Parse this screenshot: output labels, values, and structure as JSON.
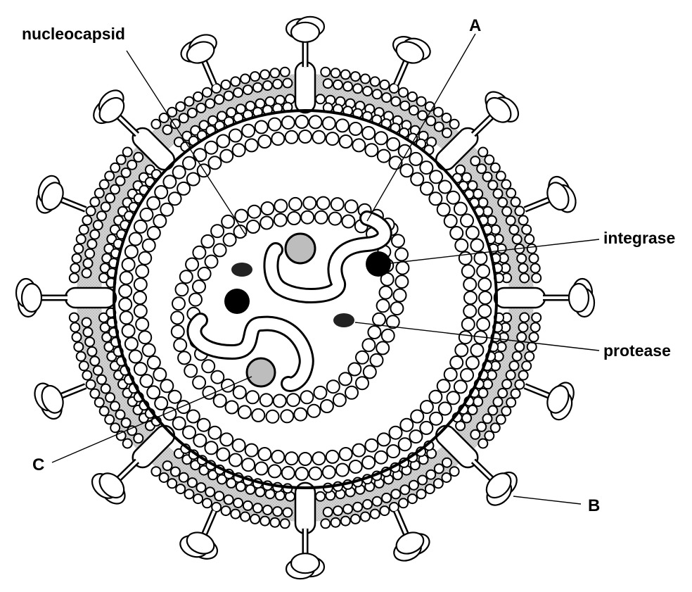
{
  "labels": {
    "nucleocapsid": "nucleocapsid",
    "a": "A",
    "integrase": "integrase",
    "protease": "protease",
    "c": "C",
    "b": "B"
  },
  "colors": {
    "line": "#000000",
    "membrane_fill": "#cfcfcf",
    "rna_ball": "#bdbdbd",
    "background": "#ffffff"
  },
  "parts": {
    "glycoprotein_spike_count": 16,
    "envelope_protein_count": 8
  }
}
